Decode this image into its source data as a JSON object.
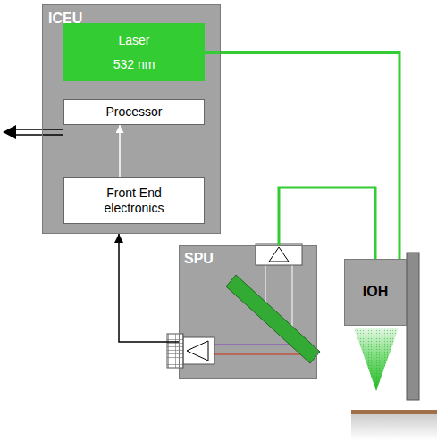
{
  "diagram": {
    "nodes": [
      {
        "text": [
          "ICEU"
        ]
      },
      {
        "text": [
          "Laser",
          "532 nm"
        ],
        "in": 0
      },
      {
        "text": [
          "Processor"
        ],
        "in": 0
      },
      {
        "text": [
          "Front End electronics"
        ],
        "in": 0
      },
      {
        "text": [
          "SPU"
        ]
      },
      {
        "text": [
          "IOH"
        ]
      }
    ],
    "edges": [
      {
        "from": 1,
        "to": 5,
        "arrow": "none"
      },
      {
        "from": 3,
        "to": 2,
        "arrow": "to"
      },
      {
        "from": 4,
        "to": 0,
        "arrow": "to"
      },
      {
        "from": 5,
        "to": 4,
        "arrow": "none"
      }
    ]
  }
}
